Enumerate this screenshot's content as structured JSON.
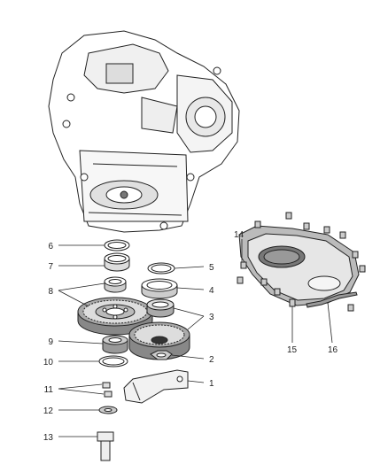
{
  "callouts": {
    "c1": "1",
    "c2": "2",
    "c3": "3",
    "c4": "4",
    "c5": "5",
    "c6": "6",
    "c7": "7",
    "c8": "8",
    "c9": "9",
    "c10": "10",
    "c11": "11",
    "c12": "12",
    "c13": "13",
    "c14": "14",
    "c15": "15",
    "c16": "16"
  },
  "colors": {
    "line": "#222222",
    "fill": "#ffffff",
    "shade": "#cfcfcf",
    "dark": "#555555"
  }
}
